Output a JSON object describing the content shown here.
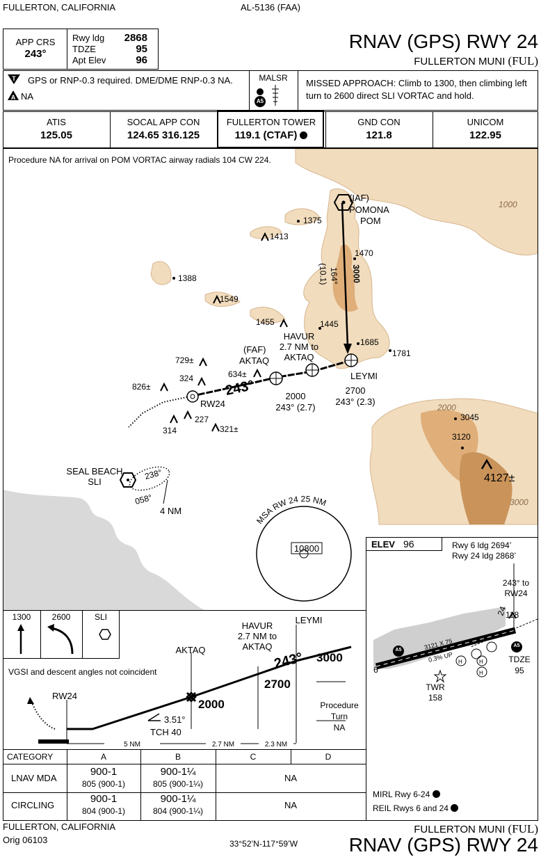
{
  "header": {
    "location": "FULLERTON, CALIFORNIA",
    "faa_id": "AL-5136 (FAA)",
    "title": "RNAV (GPS) RWY 24",
    "airport": "FULLERTON MUNI",
    "airport_code": "(FUL)"
  },
  "approach_info": {
    "app_crs_label": "APP CRS",
    "app_crs_value": "243°",
    "rwy_ldg_label": "Rwy ldg",
    "rwy_ldg_value": "2868",
    "tdze_label": "TDZE",
    "tdze_value": "95",
    "apt_elev_label": "Apt Elev",
    "apt_elev_value": "96"
  },
  "notes": {
    "gps_note": "GPS or RNP-0.3 required.  DME/DME RNP-0.3 NA.",
    "na_note": "NA",
    "malsr_label": "MALSR",
    "malsr_badge": "A5",
    "missed_approach": "MISSED APPROACH:  Climb to 1300, then climbing left turn to 2600 direct SLI VORTAC and hold."
  },
  "frequencies": [
    {
      "name": "ATIS",
      "value": "125.05"
    },
    {
      "name": "SOCAL APP CON",
      "value": "124.65  316.125"
    },
    {
      "name": "FULLERTON TOWER",
      "value": "119.1 (CTAF)"
    },
    {
      "name": "GND CON",
      "value": "121.8"
    },
    {
      "name": "UNICOM",
      "value": "122.95"
    }
  ],
  "plan": {
    "restriction": "Procedure NA for arrival on POM VORTAC airway radials 104 CW 224.",
    "iaf": "(IAF)",
    "pomona_name": "POMONA",
    "pomona_id": "POM",
    "pom_course": "164°",
    "pom_dist": "(10.1)",
    "pom_alt": "3000",
    "contour_1000": "1000",
    "contour_2000": "2000",
    "contour_3000": "3000",
    "havur_name": "HAVUR",
    "havur_dist": "2.7 NM to",
    "havur_to": "AKTAQ",
    "faf": "(FAF)",
    "aktaq": "AKTAQ",
    "leymi": "LEYMI",
    "final_course": "243°",
    "rw24": "RW24",
    "seg1_alt": "2000",
    "seg1_crs": "243° (2.7)",
    "seg2_alt": "2700",
    "seg2_crs": "243° (2.3)",
    "seal_beach_name": "SEAL BEACH",
    "seal_beach_id": "SLI",
    "hold_in": "238°",
    "hold_out": "058°",
    "hold_leg": "4 NM",
    "msa_label": "MSA RW 24 25 NM",
    "msa_alt": "10800",
    "spots": [
      {
        "label": "1375"
      },
      {
        "label": "1413"
      },
      {
        "label": "1470"
      },
      {
        "label": "1388"
      },
      {
        "label": "1549"
      },
      {
        "label": "1455"
      },
      {
        "label": "1445"
      },
      {
        "label": "1685"
      },
      {
        "label": "1781"
      },
      {
        "label": "729±"
      },
      {
        "label": "634±"
      },
      {
        "label": "324"
      },
      {
        "label": "826±"
      },
      {
        "label": "227"
      },
      {
        "label": "314"
      },
      {
        "label": "321±"
      },
      {
        "label": "3045"
      },
      {
        "label": "3120"
      },
      {
        "label": "4127±"
      }
    ]
  },
  "airport_diagram": {
    "elev_label": "ELEV",
    "elev_value": "96",
    "rwy6_ldg": "Rwy 6 ldg 2694’",
    "rwy24_ldg": "Rwy 24 ldg 2868’",
    "course_note": "243° to",
    "course_fix": "RW24",
    "obstacle": "118",
    "runway_dims": "3121 X 75",
    "gradient": "0.3% UP",
    "rwy_6": "6",
    "rwy_24": "24",
    "tdze_label": "TDZE",
    "tdze_value": "95",
    "twr_label": "TWR",
    "twr_value": "158",
    "helipad": "H",
    "mirl": "MIRL Rwy 6-24",
    "reil": "REIL Rwys 6 and 24",
    "badge": "A5"
  },
  "missed_icons": {
    "climb_alt": "1300",
    "turn_alt": "2600",
    "fix": "SLI"
  },
  "profile": {
    "vgsi_note": "VGSI and descent angles not coincident",
    "havur_name": "HAVUR",
    "havur_dist": "2.7 NM to",
    "havur_to": "AKTAQ",
    "leymi": "LEYMI",
    "aktaq": "AKTAQ",
    "rw24": "RW24",
    "course": "243°",
    "alt_3000": "3000",
    "alt_2700": "2700",
    "alt_2000": "2000",
    "gs_angle": "3.51°",
    "tch": "TCH 40",
    "proc_turn_1": "Procedure",
    "proc_turn_2": "Turn",
    "proc_turn_3": "NA",
    "dist_1": "5 NM",
    "dist_2": "2.7 NM",
    "dist_3": "2.3 NM"
  },
  "minimums": {
    "category_label": "CATEGORY",
    "cats": [
      "A",
      "B",
      "C",
      "D"
    ],
    "rows": [
      {
        "name": "LNAV MDA",
        "a_top": "900-1",
        "a_bot": "805 (900-1)",
        "b_top": "900-1¼",
        "b_bot": "805 (900-1¼)",
        "cd": "NA"
      },
      {
        "name": "CIRCLING",
        "a_top": "900-1",
        "a_bot": "804 (900-1)",
        "b_top": "900-1¼",
        "b_bot": "804 (900-1¼)",
        "cd": "NA"
      }
    ]
  },
  "footer": {
    "location": "FULLERTON, CALIFORNIA",
    "amendment": "Orig  06103",
    "coords": "33°52’N-117°59’W",
    "airport": "FULLERTON MUNI",
    "airport_code": "(FUL)",
    "title": "RNAV (GPS) RWY 24"
  },
  "colors": {
    "terrain_light": "#f1dcbd",
    "terrain_mid": "#dfae79",
    "terrain_high": "#c9935a",
    "water": "#d9d9d9"
  }
}
